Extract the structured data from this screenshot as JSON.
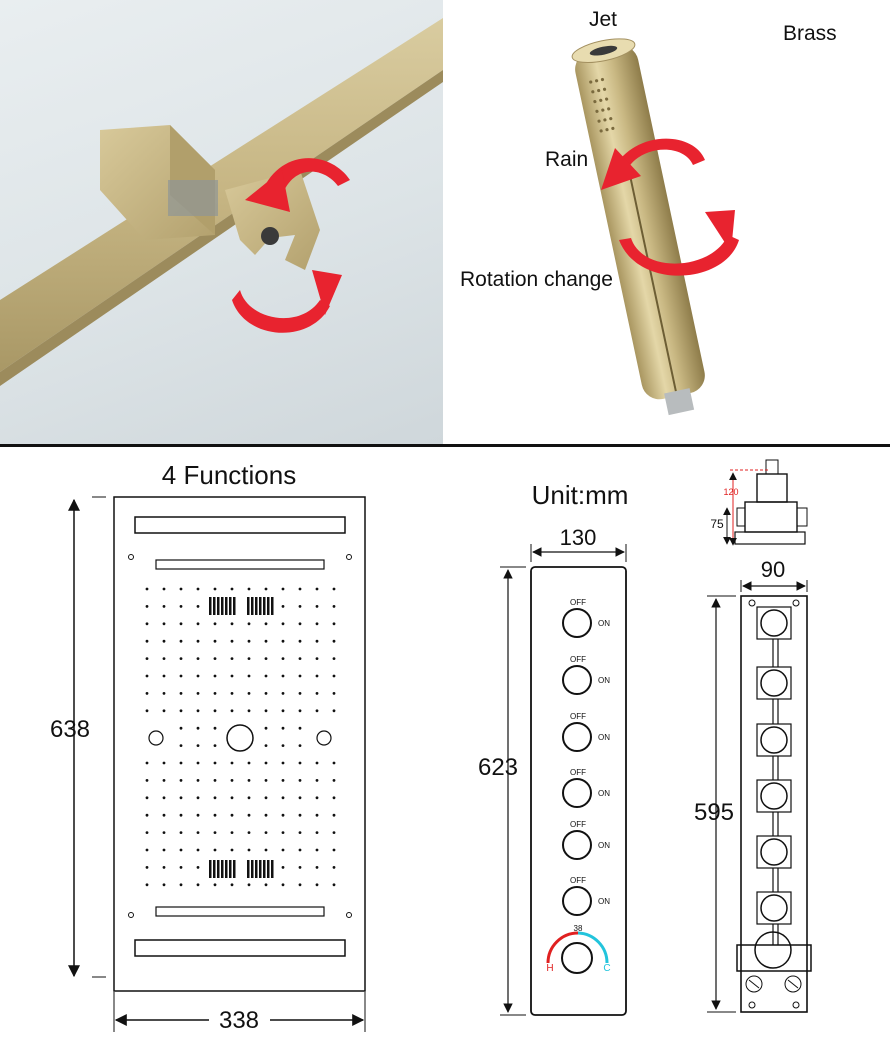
{
  "photo_right": {
    "jet_label": "Jet",
    "material_label": "Brass",
    "rain_label": "Rain",
    "rotation_label": "Rotation change"
  },
  "diagram": {
    "functions_title": "4 Functions",
    "unit_label": "Unit:mm",
    "panel_width": "338",
    "panel_height": "638",
    "control_width": "130",
    "control_height": "623",
    "valve_width": "90",
    "valve_height": "595",
    "valve_depth_top": "120",
    "valve_depth_inner": "75",
    "knob_off_label": "OFF",
    "knob_on_label": "ON",
    "thermo_value": "38",
    "thermo_hot": "H",
    "thermo_cold": "C"
  },
  "colors": {
    "brass": "#c9b98a",
    "arrow_red": "#e8232f",
    "hot_red": "#e02020",
    "cold_cyan": "#22c4dc",
    "line": "#111111"
  }
}
